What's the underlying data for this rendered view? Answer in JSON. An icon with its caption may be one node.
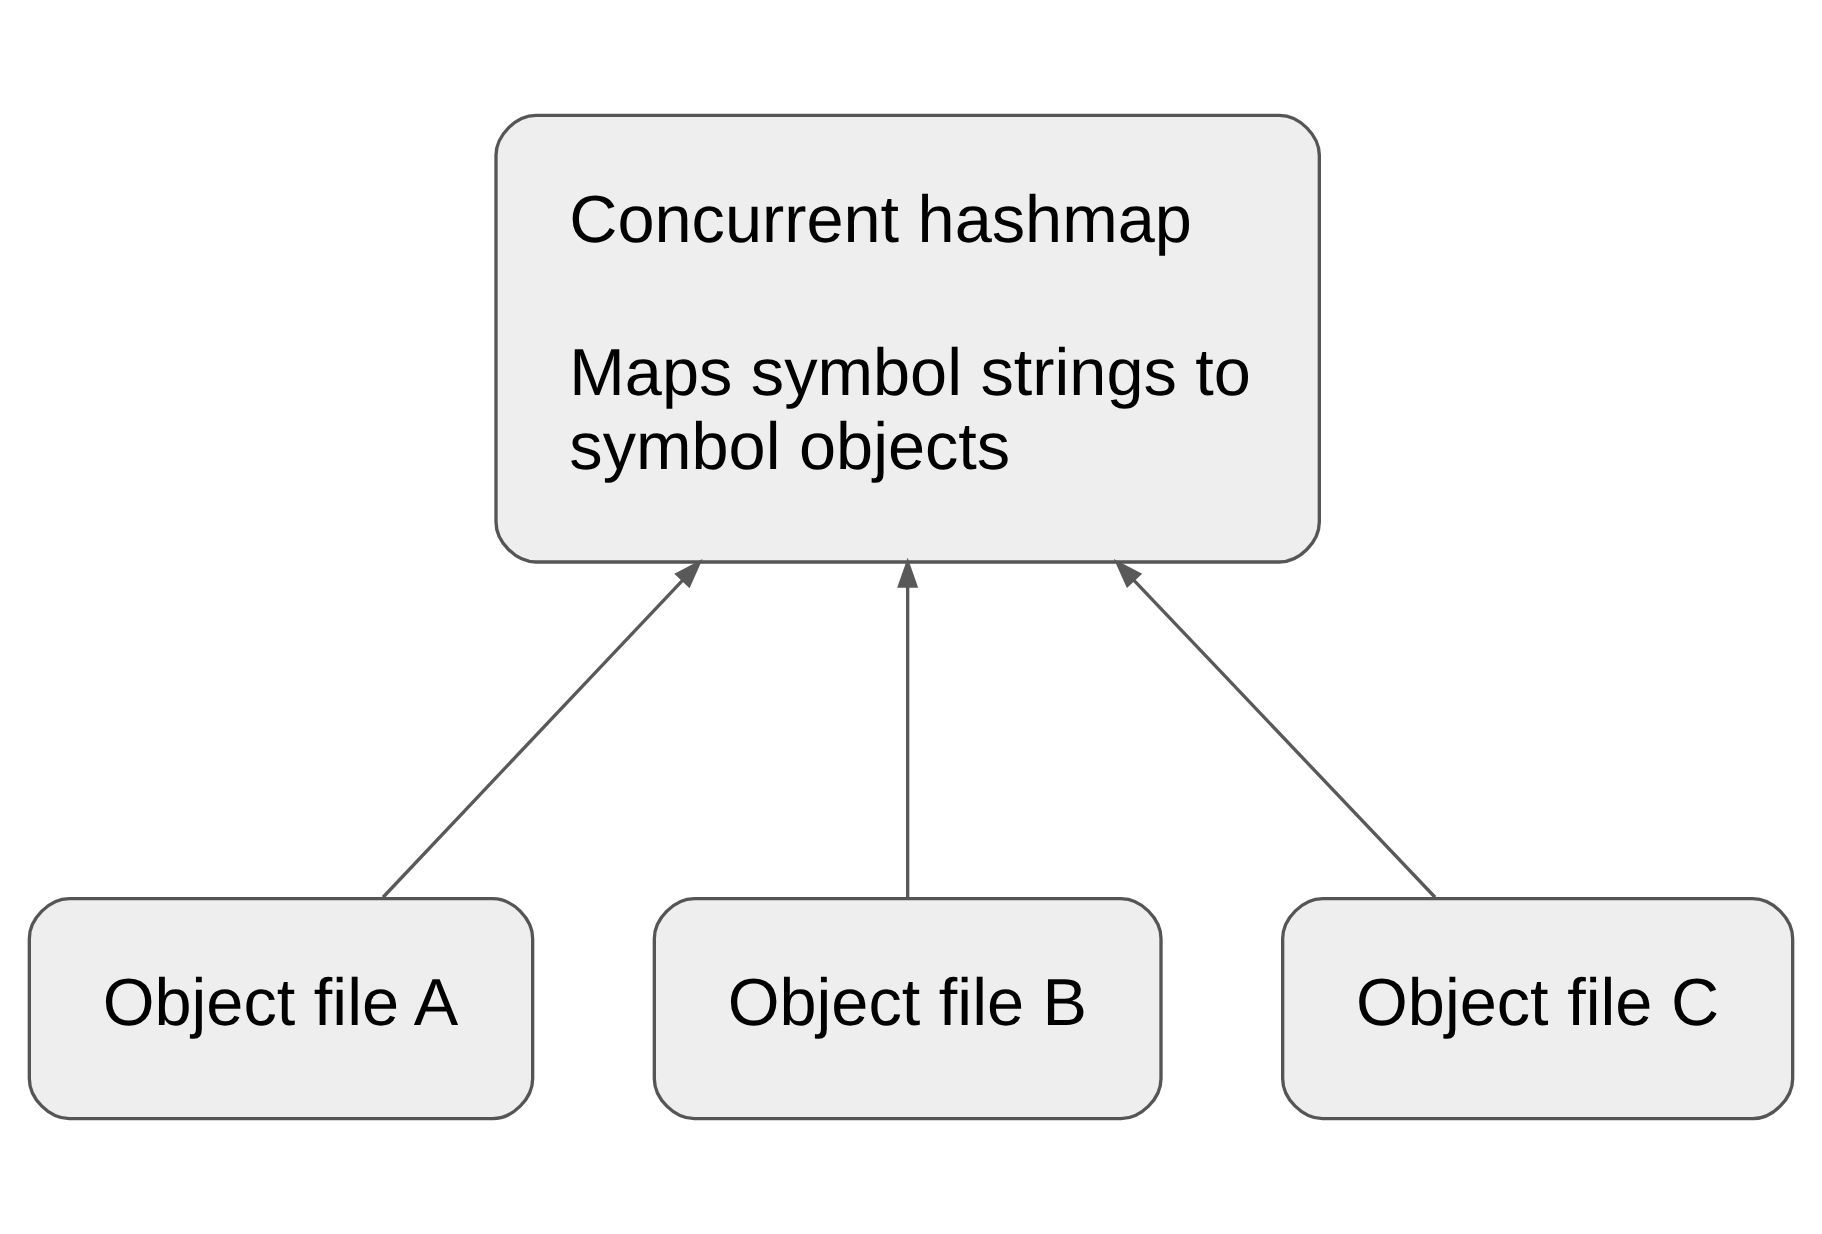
{
  "diagram": {
    "nodes": [
      {
        "text": [
          "Concurrent hashmap",
          "Maps symbol strings to symbol objects"
        ]
      },
      {
        "text": [
          "Object file A"
        ]
      },
      {
        "text": [
          "Object file B"
        ]
      },
      {
        "text": [
          "Object file C"
        ]
      }
    ],
    "edges": [
      {
        "from": 1,
        "to": 0,
        "arrow": "to"
      },
      {
        "from": 2,
        "to": 0,
        "arrow": "to"
      },
      {
        "from": 3,
        "to": 0,
        "arrow": "to"
      }
    ]
  }
}
